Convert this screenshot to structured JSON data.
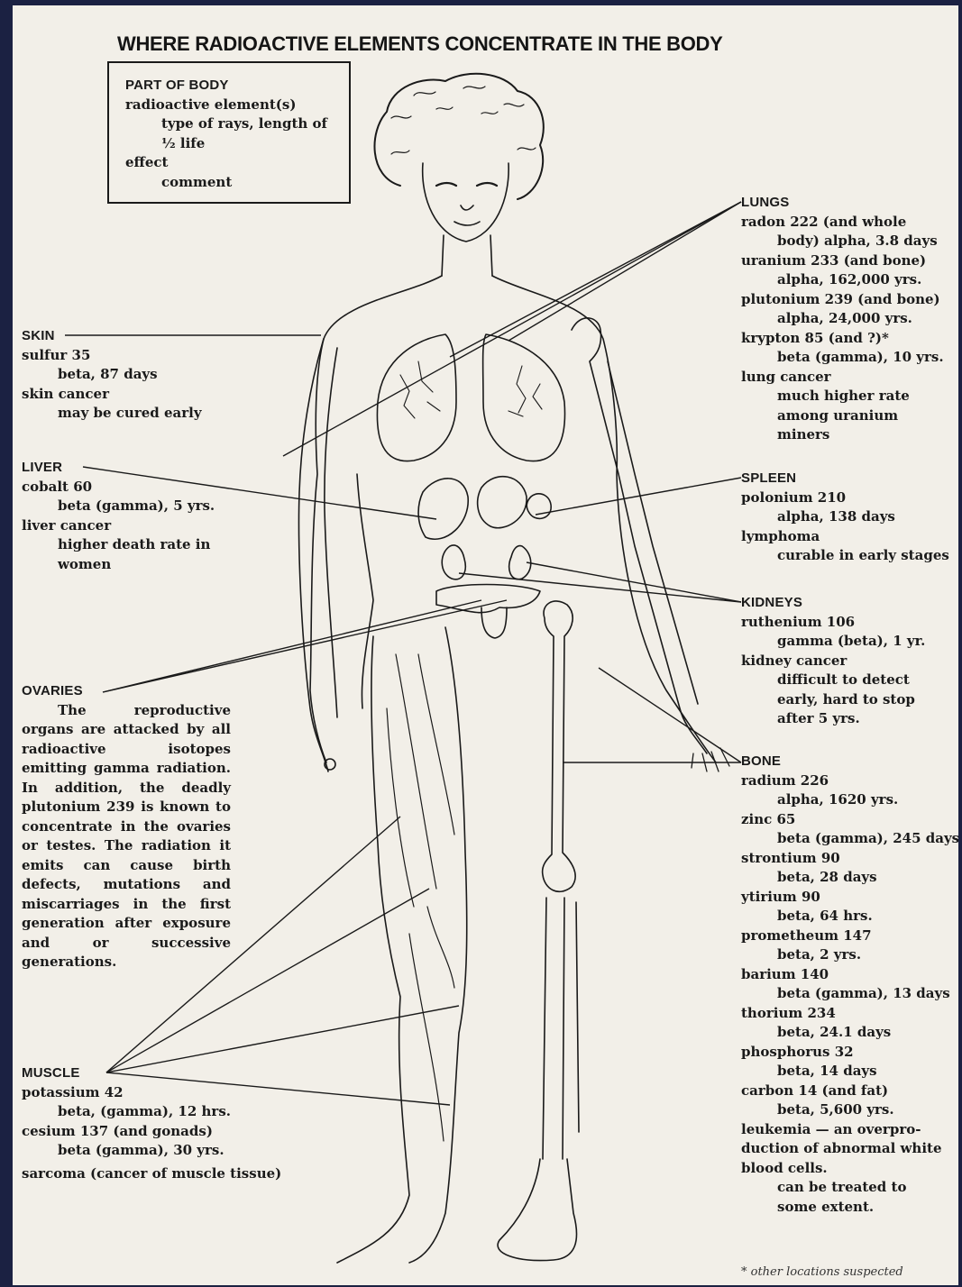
{
  "title": "WHERE RADIOACTIVE ELEMENTS CONCENTRATE IN THE BODY",
  "legend": {
    "line1": "PART OF BODY",
    "line2": "radioactive element(s)",
    "line3": "type of rays, length of",
    "line4": "½ life",
    "line5": "effect",
    "line6": "comment"
  },
  "skin": {
    "heading": "SKIN",
    "lines": [
      "sulfur 35",
      "beta, 87 days",
      "skin cancer",
      "may be cured early"
    ]
  },
  "liver": {
    "heading": "LIVER",
    "lines": [
      "cobalt 60",
      "beta (gamma), 5 yrs.",
      "liver cancer",
      "higher death rate in",
      "women"
    ]
  },
  "ovaries": {
    "heading": "OVARIES",
    "text": "The reproductive organs are attacked by all radioactive isotopes emitting gamma radiation. In addition, the deadly plutonium 239 is known to concentrate in the ovaries or testes. The radiation it emits can cause birth defects, mutations and miscarriages in the first generation after exposure and or successive generations."
  },
  "muscle": {
    "heading": "MUSCLE",
    "lines": [
      "potassium 42",
      "beta, (gamma), 12 hrs.",
      "cesium 137 (and gonads)",
      "beta (gamma), 30 yrs.",
      "sarcoma (cancer of muscle tissue)"
    ]
  },
  "lungs": {
    "heading": "LUNGS",
    "lines": [
      "radon 222 (and whole",
      "body) alpha, 3.8 days",
      "uranium 233 (and bone)",
      "alpha, 162,000 yrs.",
      "plutonium 239 (and bone)",
      "alpha, 24,000 yrs.",
      "krypton 85 (and ?)*",
      "beta (gamma), 10 yrs.",
      "lung cancer",
      "much higher rate",
      "among uranium",
      "miners"
    ]
  },
  "spleen": {
    "heading": "SPLEEN",
    "lines": [
      "polonium 210",
      "alpha, 138 days",
      "lymphoma",
      "curable in early stages"
    ]
  },
  "kidneys": {
    "heading": "KIDNEYS",
    "lines": [
      "ruthenium 106",
      "gamma (beta), 1 yr.",
      "kidney cancer",
      "difficult to detect",
      "early, hard to stop",
      "after 5 yrs."
    ]
  },
  "bone": {
    "heading": "BONE",
    "lines": [
      "radium 226",
      "alpha, 1620 yrs.",
      "zinc 65",
      "beta (gamma), 245 days",
      "strontium 90",
      "beta, 28 days",
      "ytirium 90",
      "beta, 64 hrs.",
      "prometheum 147",
      "beta, 2 yrs.",
      "barium 140",
      "beta (gamma), 13 days",
      "thorium 234",
      "beta, 24.1 days",
      "phosphorus 32",
      "beta, 14 days",
      "carbon 14 (and fat)",
      "beta, 5,600 yrs.",
      "leukemia — an overpro-",
      "duction of abnormal white",
      "blood cells.",
      "can be treated to",
      "some extent."
    ]
  },
  "footnote": "* other locations suspected",
  "colors": {
    "paper": "#f2efe8",
    "ink": "#1a1a1a",
    "frame": "#1b2142"
  }
}
